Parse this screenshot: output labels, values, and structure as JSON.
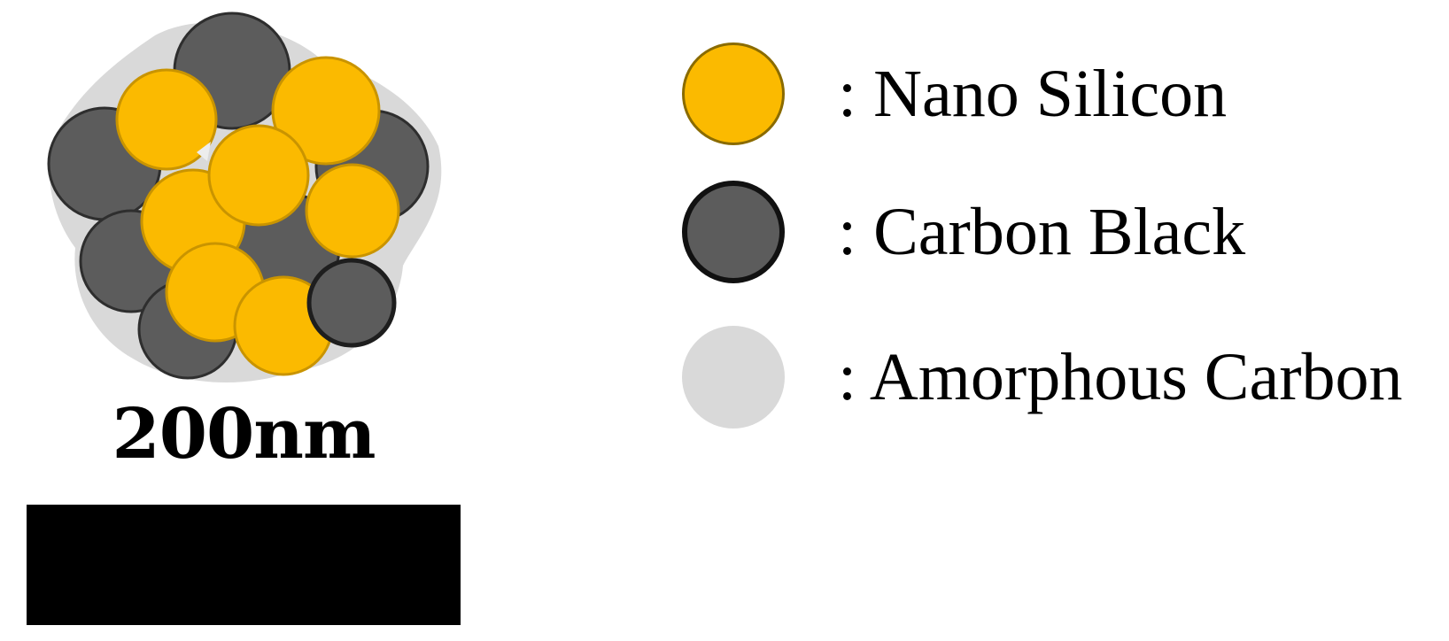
{
  "scale_bar": {
    "label": "200nm"
  },
  "legend": [
    {
      "name": "nano-silicon",
      "label": ": Nano Silicon",
      "fill": "#FBBA00",
      "stroke": "#8A6B00",
      "stroke_width_px": 3
    },
    {
      "name": "carbon-black",
      "label": ": Carbon Black",
      "fill": "#5C5C5C",
      "stroke": "#111111",
      "stroke_width_px": 6
    },
    {
      "name": "amorphous-carbon",
      "label": ": Amorphous Carbon",
      "fill": "#D9D9D9",
      "stroke": "none",
      "stroke_width_px": 0
    }
  ],
  "colors": {
    "silicon": "#FBBA00",
    "silicon_edge": "#C99400",
    "carbon_black": "#5C5C5C",
    "carbon_black_edge": "#2E2E2E",
    "amorphous": "#D9D9D9"
  }
}
